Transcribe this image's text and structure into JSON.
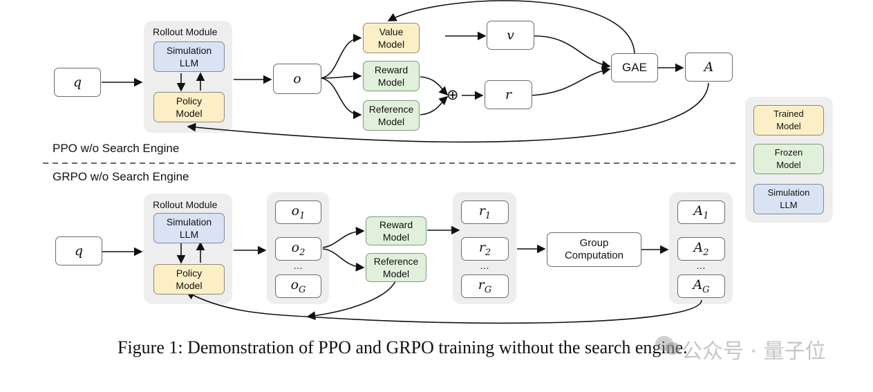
{
  "colors": {
    "trained": "#fcefc6",
    "frozen": "#e1f0da",
    "simulation": "#d9e3f3"
  },
  "ppo": {
    "section_label": "PPO w/o Search Engine",
    "query": "q",
    "rollout_title": "Rollout Module",
    "simulation_llm": "Simulation LLM",
    "policy_model": "Policy Model",
    "output": "o",
    "value_model": "Value Model",
    "reward_model": "Reward Model",
    "reference_model": "Reference Model",
    "value": "v",
    "reward": "r",
    "plus": "⊕",
    "gae": "GAE",
    "advantage": "A"
  },
  "grpo": {
    "section_label": "GRPO w/o Search Engine",
    "query": "q",
    "rollout_title": "Rollout Module",
    "simulation_llm": "Simulation LLM",
    "policy_model": "Policy Model",
    "outputs": [
      "o",
      "o",
      "o"
    ],
    "output_subs": [
      "1",
      "2",
      "G"
    ],
    "reward_model": "Reward Model",
    "reference_model": "Reference Model",
    "rewards": [
      "r",
      "r",
      "r"
    ],
    "reward_subs": [
      "1",
      "2",
      "G"
    ],
    "group_computation": "Group Computation",
    "advantages": [
      "A",
      "A",
      "A"
    ],
    "advantage_subs": [
      "1",
      "2",
      "G"
    ],
    "ellipsis": "…"
  },
  "legend": {
    "trained": "Trained Model",
    "frozen": "Frozen Model",
    "simulation": "Simulation LLM"
  },
  "caption": "Figure 1: Demonstration of PPO and GRPO training without the search engine.",
  "watermark": "公众号 · 量子位"
}
